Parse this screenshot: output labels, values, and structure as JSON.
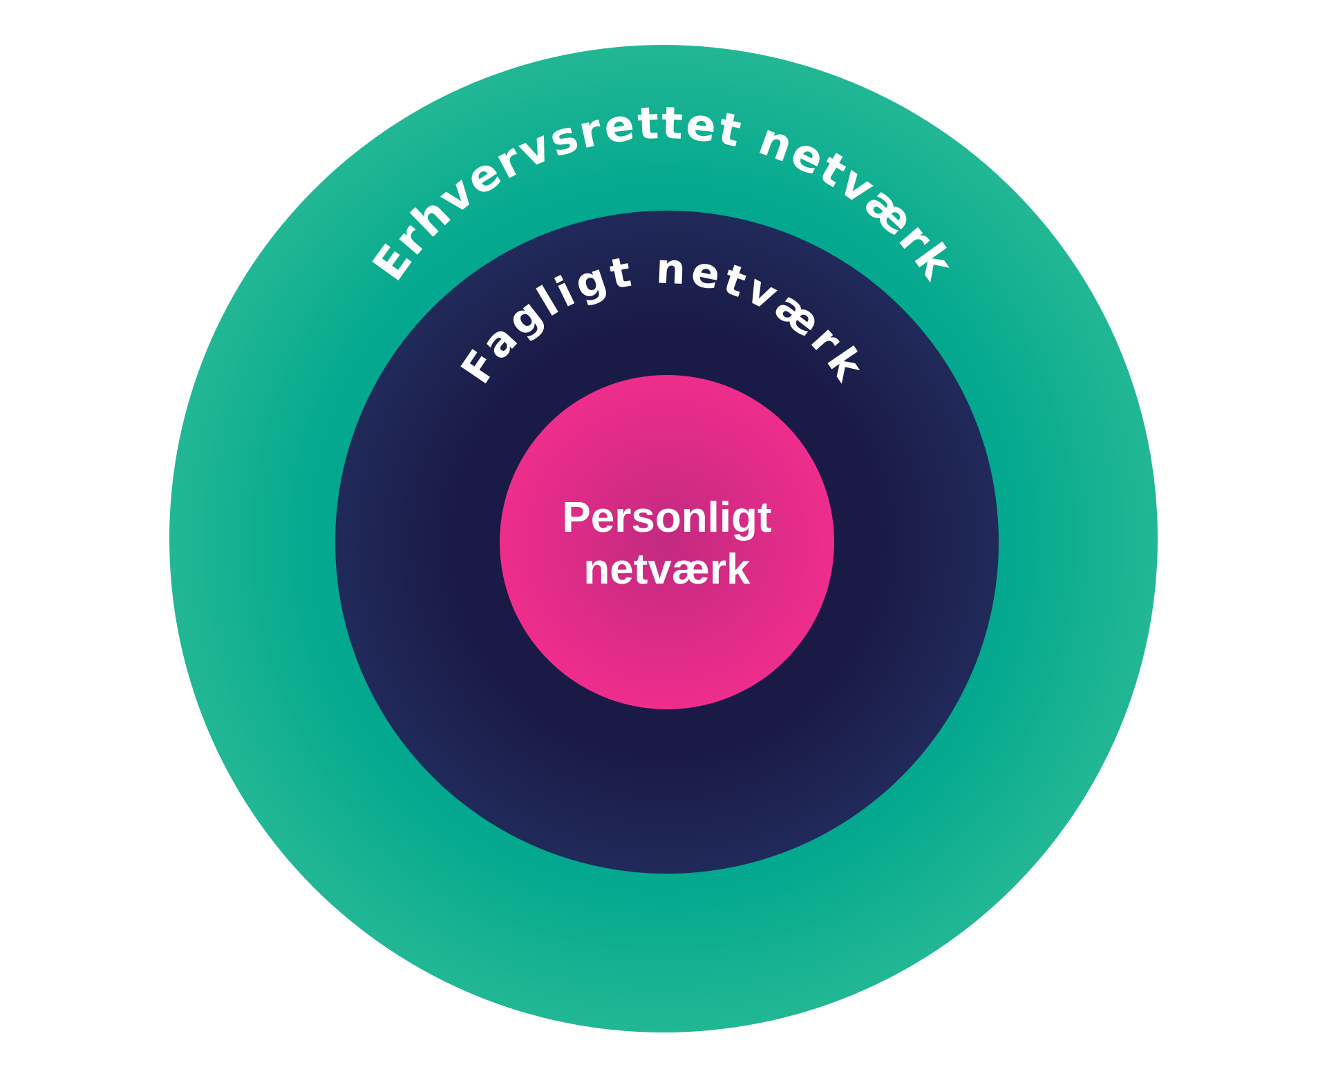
{
  "rings": {
    "outer": {
      "label": "Erhvervsrettet netværk",
      "color_edge": "#22b794",
      "color_mid": "#03a88e"
    },
    "middle": {
      "label": "Fagligt netværk",
      "color_edge": "#202a5a",
      "color_mid": "#1a1a46"
    },
    "inner": {
      "label_line1": "Personligt",
      "label_line2": "netværk",
      "color_edge": "#ee2d8c",
      "color_mid": "#c22a80"
    }
  }
}
